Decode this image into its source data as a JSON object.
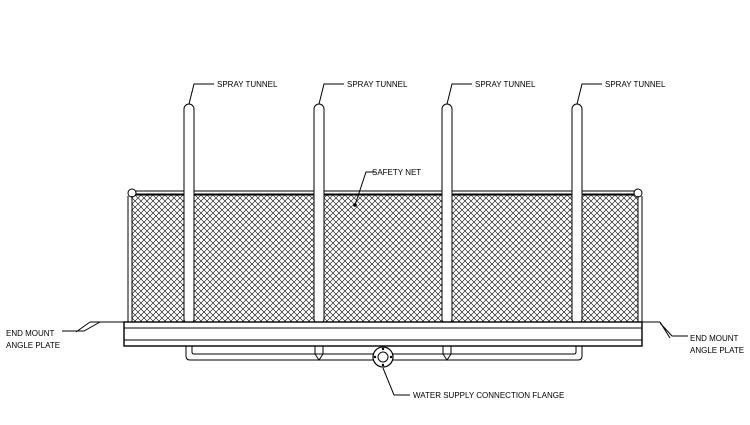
{
  "labels": {
    "spray_tunnel": [
      "SPRAY TUNNEL",
      "SPRAY TUNNEL",
      "SPRAY TUNNEL",
      "SPRAY TUNNEL"
    ],
    "safety_net": "SAFETY NET",
    "end_mount_left": [
      "END MOUNT",
      "ANGLE PLATE"
    ],
    "end_mount_right": [
      "END MOUNT",
      "ANGLE PLATE"
    ],
    "water_supply": "WATER SUPPLY CONNECTION FLANGE"
  }
}
